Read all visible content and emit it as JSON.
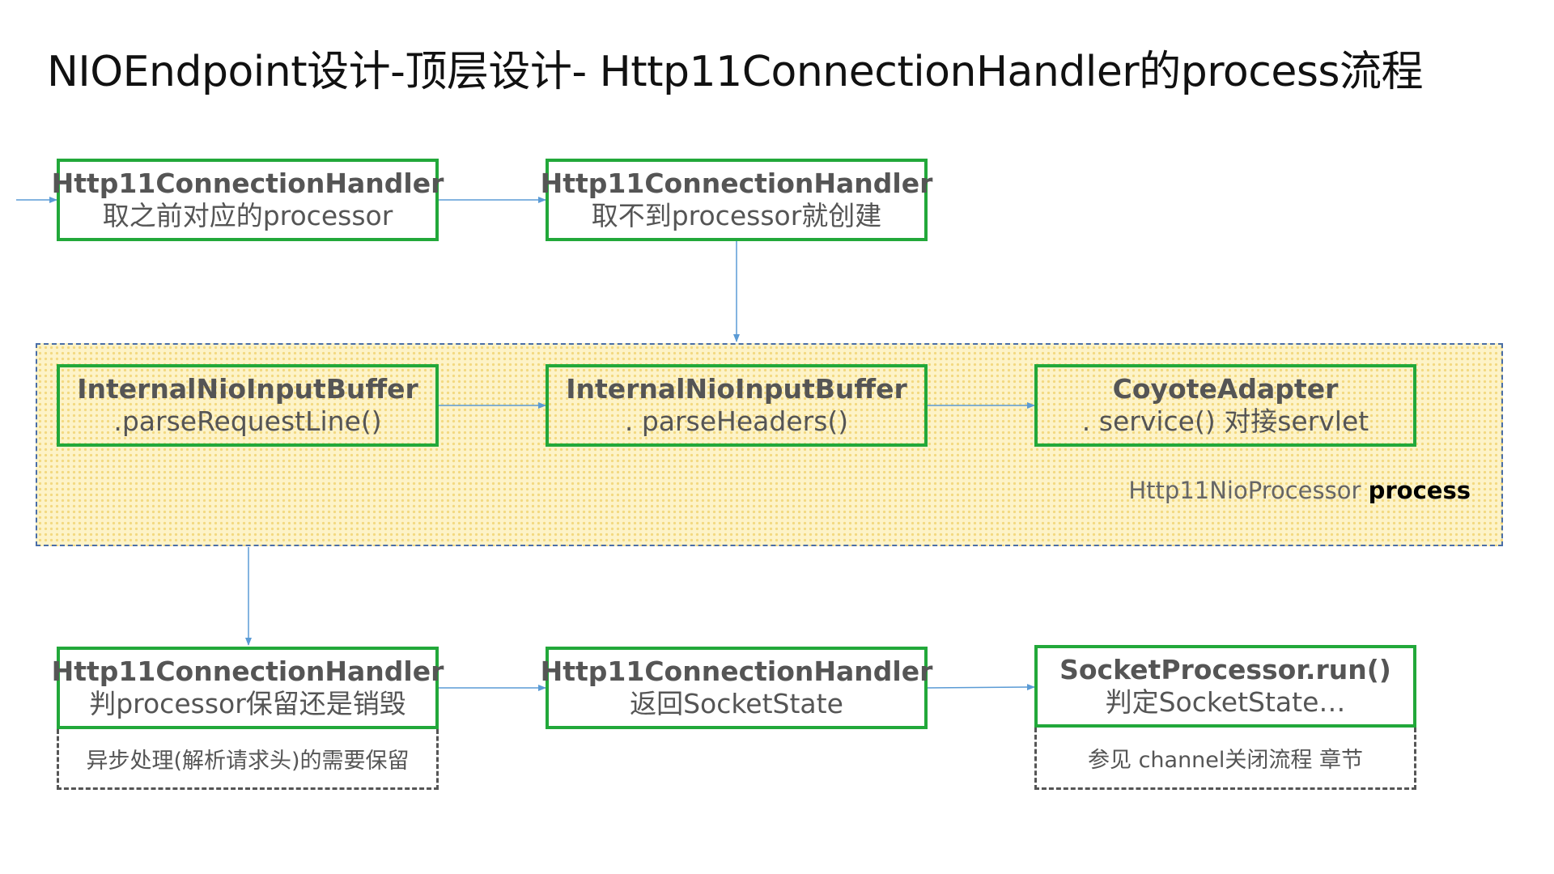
{
  "title": "NIOEndpoint设计-顶层设计- Http11ConnectionHandler的process流程",
  "boxes": {
    "b1": {
      "line1": "Http11ConnectionHandler",
      "line2": "取之前对应的processor"
    },
    "b2": {
      "line1": "Http11ConnectionHandler",
      "line2": "取不到processor就创建"
    },
    "b3": {
      "line1": "InternalNioInputBuffer",
      "line2": ".parseRequestLine()"
    },
    "b4": {
      "line1": "InternalNioInputBuffer",
      "line2": ". parseHeaders()"
    },
    "b5": {
      "line1": "CoyoteAdapter",
      "line2": ". service() 对接servlet"
    },
    "b6": {
      "line1": "Http11ConnectionHandler",
      "line2": "判processor保留还是销毁"
    },
    "b7": {
      "line1": "Http11ConnectionHandler",
      "line2": "返回SocketState"
    },
    "b8": {
      "line1": "SocketProcessor.run()",
      "line2": "判定SocketState…"
    }
  },
  "group": {
    "label_prefix": "Http11NioProcessor ",
    "label_bold": "process"
  },
  "notes": {
    "n1": "异步处理(解析请求头)的需要保留",
    "n2": "参见 channel关闭流程 章节"
  },
  "colors": {
    "box_border": "#22a83a",
    "arrow": "#5b9bd5",
    "group_fill": "#fdf3c8",
    "group_border": "#4a6ea8"
  }
}
